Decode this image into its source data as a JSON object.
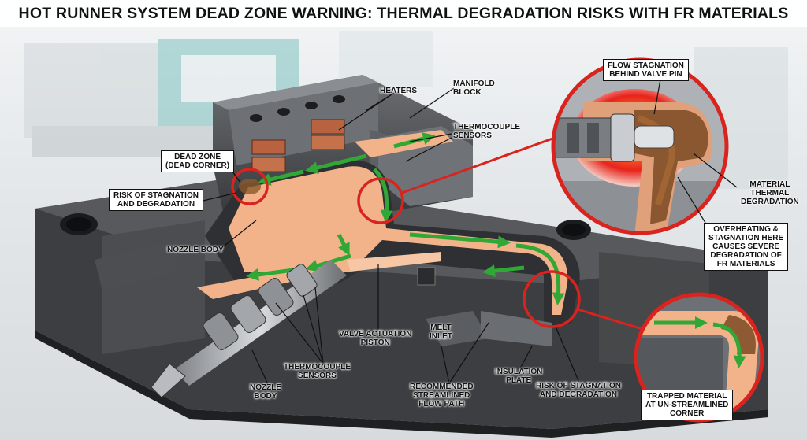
{
  "title": "HOT RUNNER SYSTEM DEAD ZONE WARNING: THERMAL DEGRADATION RISKS WITH FR MATERIALS",
  "labels": {
    "heaters": "HEATERS",
    "manifold_block": "MANIFOLD\nBLOCK",
    "thermocouple_sensors_top": "THERMOCOUPLE\nSENSORS",
    "dead_zone": "DEAD ZONE\n(DEAD CORNER)",
    "risk_left": "RISK OF STAGNATION\nAND DEGRADATION",
    "nozzle_body_left": "NOZZLE BODY",
    "valve_actuation_piston": "VALVE ACTUATION\nPISTON",
    "melt_inlet": "MELT\nINLET",
    "thermocouple_sensors_bottom": "THERMOCOUPLE\nSENSORS",
    "nozzle_body_bottom": "NOZZLE\nBODY",
    "recommended_flow_path": "RECOMMENDED\nSTREAMLINED\nFLOW PATH",
    "insulation_plate": "INSULATION\nPLATE",
    "risk_right": "RISK OF STAGNATION\nAND DEGRADATION",
    "flow_stagnation": "FLOW STAGNATION\nBEHIND VALVE PIN",
    "material_thermal_degradation": "MATERIAL\nTHERMAL\nDEGRADATION",
    "overheating_note": "OVERHEATING &\nSTAGNATION HERE\nCAUSES SEVERE\nDEGRADATION OF\nFR MATERIALS",
    "trapped_material": "TRAPPED MATERIAL\nAT UN-STREAMLINED\nCORNER"
  },
  "colors": {
    "warning_red": "#d8231f",
    "flow_arrow_green": "#2fa836",
    "melt_orange": "#f2b38a",
    "steel_dark": "#4a4c4f",
    "heater_copper": "#b8623f"
  },
  "icons": [
    "warning-circle-icon",
    "flow-arrow-icon"
  ]
}
